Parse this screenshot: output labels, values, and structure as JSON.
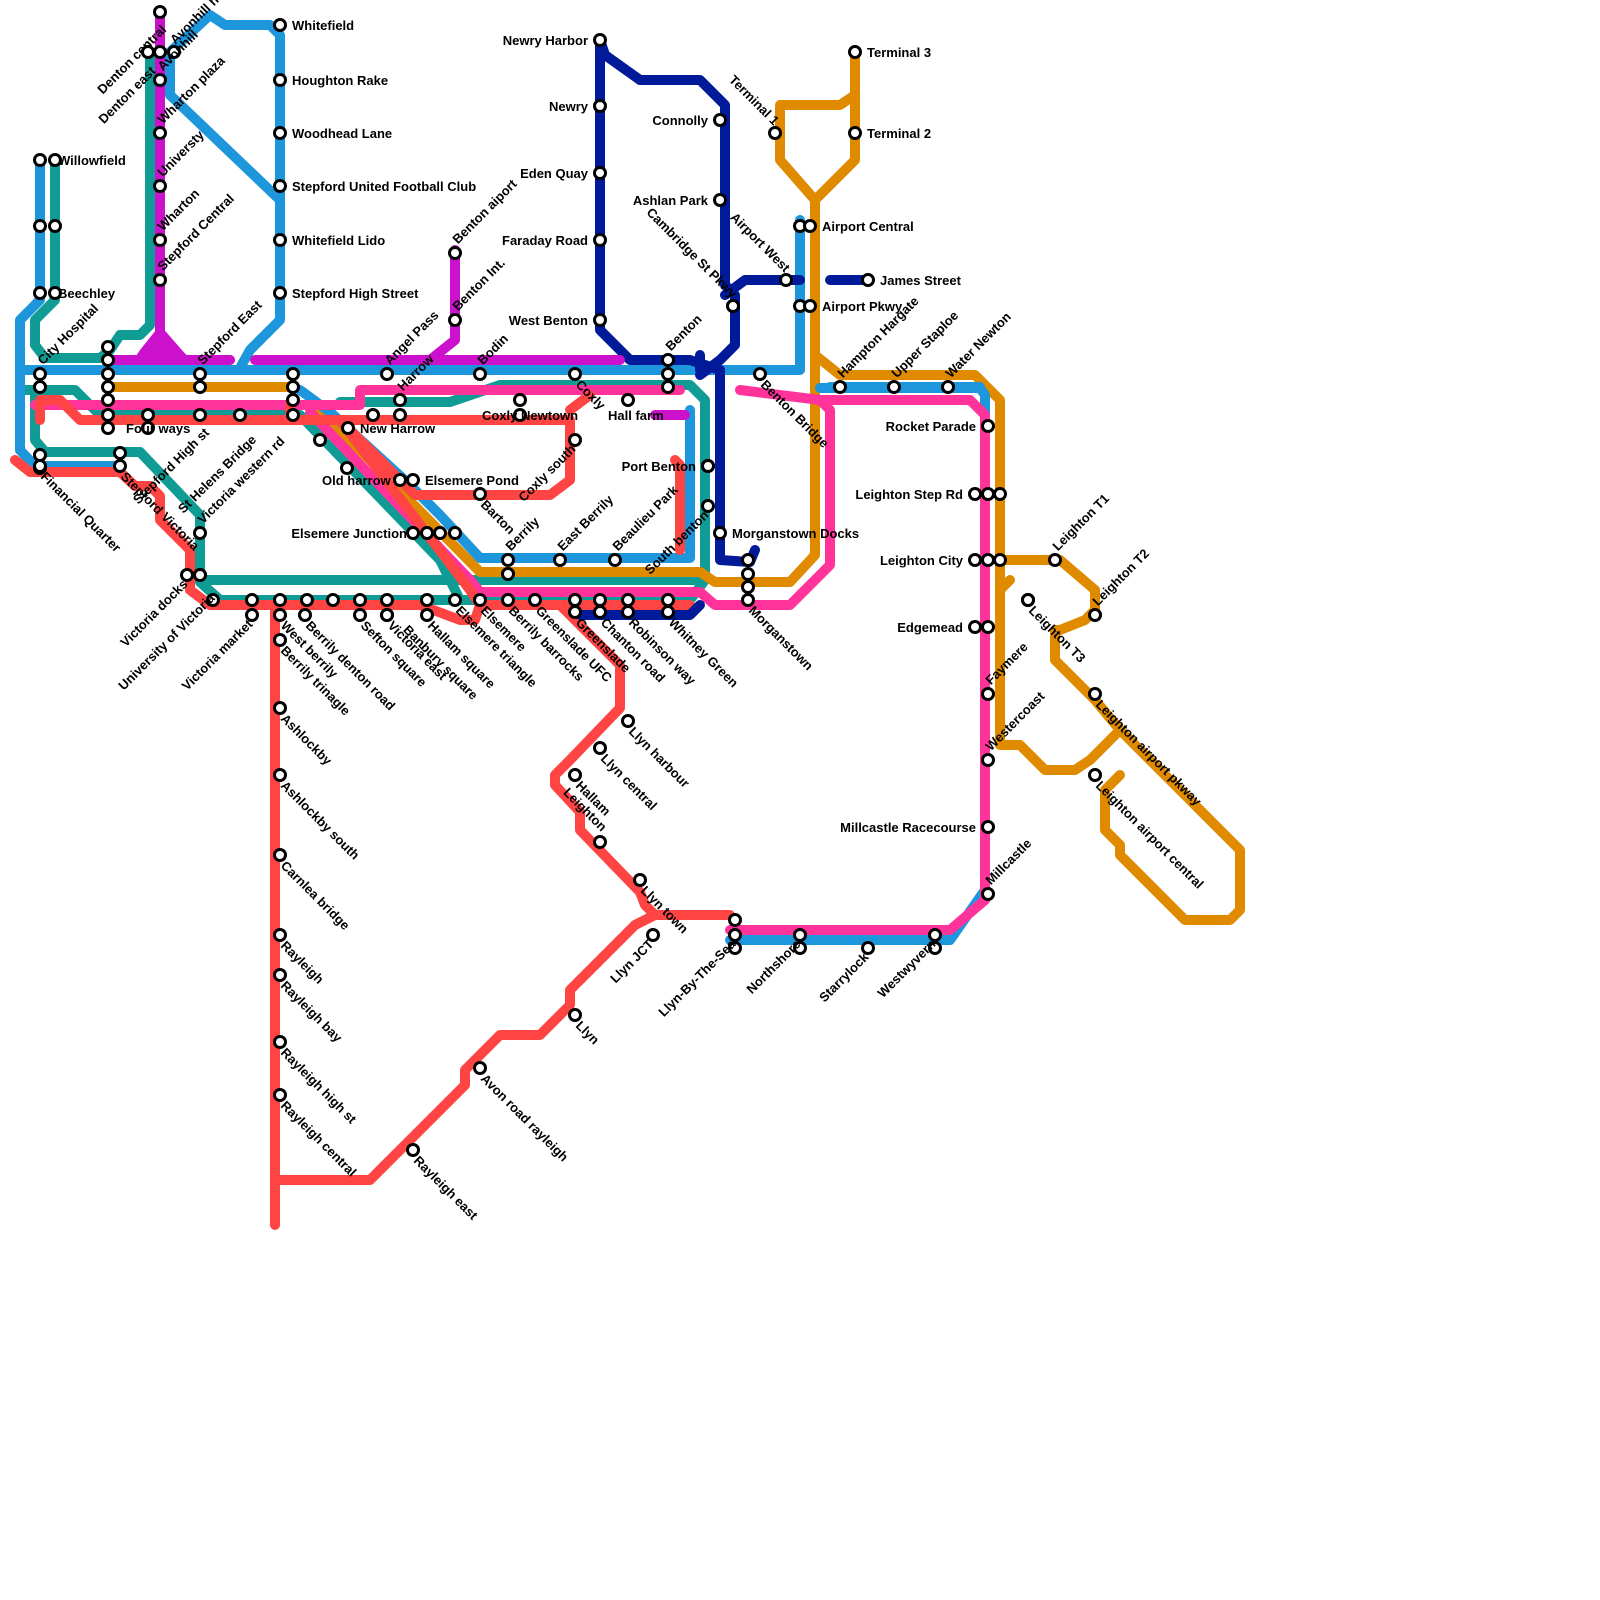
{
  "map": {
    "lines": [
      {
        "id": "red",
        "color": "#ff4444"
      },
      {
        "id": "blue",
        "color": "#1e96dc"
      },
      {
        "id": "teal",
        "color": "#109c94"
      },
      {
        "id": "orange",
        "color": "#e08a00"
      },
      {
        "id": "pink",
        "color": "#ff3399"
      },
      {
        "id": "navy",
        "color": "#001a99"
      },
      {
        "id": "magenta",
        "color": "#cc11cc"
      }
    ],
    "stations": [
      {
        "id": "denton-central",
        "name": "Denton central"
      },
      {
        "id": "denton-east",
        "name": "Denton east"
      },
      {
        "id": "avonhill-harbour",
        "name": "Avonhill harbour"
      },
      {
        "id": "avonhill",
        "name": "Avonhill"
      },
      {
        "id": "wharton-plaza",
        "name": "Wharton plaza"
      },
      {
        "id": "universty",
        "name": "Universty"
      },
      {
        "id": "wharton",
        "name": "Wharton"
      },
      {
        "id": "stepford-central",
        "name": "Stepford Central"
      },
      {
        "id": "whitefield",
        "name": "Whitefield"
      },
      {
        "id": "houghton-rake",
        "name": "Houghton Rake"
      },
      {
        "id": "woodhead-lane",
        "name": "Woodhead Lane"
      },
      {
        "id": "stepford-utd",
        "name": "Stepford United Football Club"
      },
      {
        "id": "whitefield-lido",
        "name": "Whitefield Lido"
      },
      {
        "id": "stepford-high-street",
        "name": "Stepford High Street"
      },
      {
        "id": "willowfield",
        "name": "Willowfield"
      },
      {
        "id": "beechley",
        "name": "Beechley"
      },
      {
        "id": "city-hospital",
        "name": "City Hospital"
      },
      {
        "id": "stepford-east",
        "name": "Stepford East"
      },
      {
        "id": "four-ways",
        "name": "Four ways"
      },
      {
        "id": "stepford-high-st",
        "name": "Stepford High st"
      },
      {
        "id": "st-helens-bridge",
        "name": "St Helens Bridge"
      },
      {
        "id": "financial-quarter",
        "name": "Financial Quarter"
      },
      {
        "id": "stepford-victoria",
        "name": "Stepford Victoria"
      },
      {
        "id": "victoria-western-rd",
        "name": "Victoria western rd"
      },
      {
        "id": "victoria-docks",
        "name": "Victoria docks"
      },
      {
        "id": "university-of-victoria",
        "name": "University of Victoria"
      },
      {
        "id": "victoria-market",
        "name": "Victoria market"
      },
      {
        "id": "west-berrily",
        "name": "West berrily"
      },
      {
        "id": "berrily-denton-road",
        "name": "Berrily denton road"
      },
      {
        "id": "sefton-square",
        "name": "Sefton square"
      },
      {
        "id": "victoria-east",
        "name": "Victoria east"
      },
      {
        "id": "banbury-square",
        "name": "Banbury square"
      },
      {
        "id": "hallam-square",
        "name": "Hallam square"
      },
      {
        "id": "elsemere-triangle",
        "name": "Elsemere triangle"
      },
      {
        "id": "elsemere",
        "name": "Elsemere"
      },
      {
        "id": "berrily-barrocks",
        "name": "Berrily barrocks"
      },
      {
        "id": "greenslade-ufc",
        "name": "Greenslade UFC"
      },
      {
        "id": "greenslade",
        "name": "Greenslade"
      },
      {
        "id": "chanton-road",
        "name": "Chanton road"
      },
      {
        "id": "robinson-way",
        "name": "Robinson way"
      },
      {
        "id": "whitney-green",
        "name": "Whitney Green"
      },
      {
        "id": "morganstown",
        "name": "Morganstown"
      },
      {
        "id": "angel-pass",
        "name": "Angel Pass"
      },
      {
        "id": "harrow",
        "name": "Harrow"
      },
      {
        "id": "new-harrow",
        "name": "New Harrow"
      },
      {
        "id": "old-harrow",
        "name": "Old harrow"
      },
      {
        "id": "elsemere-pond",
        "name": "Elsemere Pond"
      },
      {
        "id": "elsemere-junction",
        "name": "Elsemere Junction"
      },
      {
        "id": "benton-aiport",
        "name": "Benton aiport"
      },
      {
        "id": "benton-int",
        "name": "Benton Int."
      },
      {
        "id": "bodin",
        "name": "Bodin"
      },
      {
        "id": "coxly-newtown",
        "name": "Coxly Newtown"
      },
      {
        "id": "coxly",
        "name": "Coxly"
      },
      {
        "id": "coxly-south",
        "name": "Coxly south"
      },
      {
        "id": "barton",
        "name": "Barton"
      },
      {
        "id": "berrily",
        "name": "Berrily"
      },
      {
        "id": "east-berrily",
        "name": "East Berrily"
      },
      {
        "id": "beaulieu-park",
        "name": "Beaulieu Park"
      },
      {
        "id": "south-benton",
        "name": "South benton"
      },
      {
        "id": "hall-farm",
        "name": "Hall farm"
      },
      {
        "id": "port-benton",
        "name": "Port Benton"
      },
      {
        "id": "morganstown-docks",
        "name": "Morganstown Docks"
      },
      {
        "id": "newry-harbor",
        "name": "Newry Harbor"
      },
      {
        "id": "newry",
        "name": "Newry"
      },
      {
        "id": "eden-quay",
        "name": "Eden Quay"
      },
      {
        "id": "faraday-road",
        "name": "Faraday Road"
      },
      {
        "id": "west-benton",
        "name": "West Benton"
      },
      {
        "id": "benton",
        "name": "Benton"
      },
      {
        "id": "connolly",
        "name": "Connolly"
      },
      {
        "id": "ashlan-park",
        "name": "Ashlan Park"
      },
      {
        "id": "cambridge-st-pkwy",
        "name": "Cambridge St Pkwy"
      },
      {
        "id": "airport-west",
        "name": "Airport West"
      },
      {
        "id": "terminal-1",
        "name": "Terminal 1"
      },
      {
        "id": "terminal-3",
        "name": "Terminal 3"
      },
      {
        "id": "terminal-2",
        "name": "Terminal 2"
      },
      {
        "id": "airport-central",
        "name": "Airport Central"
      },
      {
        "id": "james-street",
        "name": "James Street"
      },
      {
        "id": "airport-pkwy",
        "name": "Airport Pkwy"
      },
      {
        "id": "hampton-hargate",
        "name": "Hampton Hargate"
      },
      {
        "id": "upper-staploe",
        "name": "Upper Staploe"
      },
      {
        "id": "water-newton",
        "name": "Water Newton"
      },
      {
        "id": "benton-bridge",
        "name": "Benton Bridge"
      },
      {
        "id": "rocket-parade",
        "name": "Rocket Parade"
      },
      {
        "id": "leighton-step-rd",
        "name": "Leighton Step Rd"
      },
      {
        "id": "leighton-city",
        "name": "Leighton City"
      },
      {
        "id": "leighton-t1",
        "name": "Leighton T1"
      },
      {
        "id": "leighton-t2",
        "name": "Leighton T2"
      },
      {
        "id": "leighton-t3",
        "name": "Leighton T3"
      },
      {
        "id": "edgemead",
        "name": "Edgemead"
      },
      {
        "id": "faymere",
        "name": "Faymere"
      },
      {
        "id": "westercoast",
        "name": "Westercoast"
      },
      {
        "id": "leighton-airport-pkway",
        "name": "Leighton airport pkway"
      },
      {
        "id": "leighton-airport-central",
        "name": "Leighton airport central"
      },
      {
        "id": "millcastle-racecourse",
        "name": "Millcastle Racecourse"
      },
      {
        "id": "millcastle",
        "name": "Millcastle"
      },
      {
        "id": "westwyvern",
        "name": "Westwyvern"
      },
      {
        "id": "starrylock",
        "name": "Starrylock"
      },
      {
        "id": "northshore",
        "name": "Northshore"
      },
      {
        "id": "llyn-by-the-sea",
        "name": "Llyn-By-The-Sea"
      },
      {
        "id": "llyn-town",
        "name": "Llyn town"
      },
      {
        "id": "llyn-jct",
        "name": "Llyn JCT"
      },
      {
        "id": "llyn",
        "name": "Llyn"
      },
      {
        "id": "llyn-harbour",
        "name": "Llyn harbour"
      },
      {
        "id": "llyn-central",
        "name": "Llyn central"
      },
      {
        "id": "hallam",
        "name": "Hallam"
      },
      {
        "id": "leighton",
        "name": "Leighton"
      },
      {
        "id": "berrily-trinagle",
        "name": "Berrily trinagle"
      },
      {
        "id": "ashlockby",
        "name": "Ashlockby"
      },
      {
        "id": "ashlockby-south",
        "name": "Ashlockby south"
      },
      {
        "id": "carnlea-bridge",
        "name": "Carnlea bridge"
      },
      {
        "id": "rayleigh",
        "name": "Rayleigh"
      },
      {
        "id": "rayleigh-bay",
        "name": "Rayleigh bay"
      },
      {
        "id": "rayleigh-high-st",
        "name": "Rayleigh high st"
      },
      {
        "id": "rayleigh-central",
        "name": "Rayleigh central"
      },
      {
        "id": "rayleigh-east",
        "name": "Rayleigh east"
      },
      {
        "id": "avon-road-rayleigh",
        "name": "Avon road rayleigh"
      }
    ]
  }
}
